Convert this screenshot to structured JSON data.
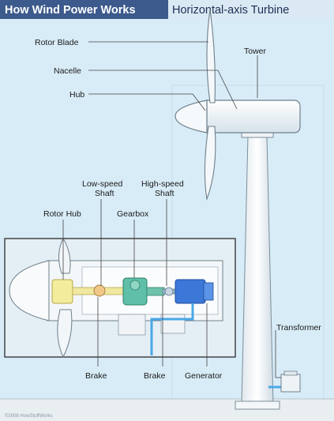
{
  "header": {
    "title": "How Wind Power Works",
    "subtitle": "Horizontal-axis Turbine"
  },
  "labels": {
    "rotor_blade": "Rotor Blade",
    "nacelle": "Nacelle",
    "hub": "Hub",
    "tower": "Tower",
    "low_speed_shaft_1": "Low-speed",
    "low_speed_shaft_2": "Shaft",
    "high_speed_shaft_1": "High-speed",
    "high_speed_shaft_2": "Shaft",
    "rotor_hub": "Rotor Hub",
    "gearbox": "Gearbox",
    "brake_left": "Brake",
    "brake_right": "Brake",
    "generator": "Generator",
    "transformer": "Transformer"
  },
  "footer": {
    "copyright": "©2008 HowStuffWorks"
  },
  "colors": {
    "sky": "#d8ecf7",
    "title_bar": "#3d5a8c",
    "turbine": "#f2f6f8",
    "hub_yellow": "#f3ec9c",
    "gear_green": "#5fbfa8",
    "generator_blue": "#3c78d8",
    "cable_blue": "#4aa8e8"
  }
}
